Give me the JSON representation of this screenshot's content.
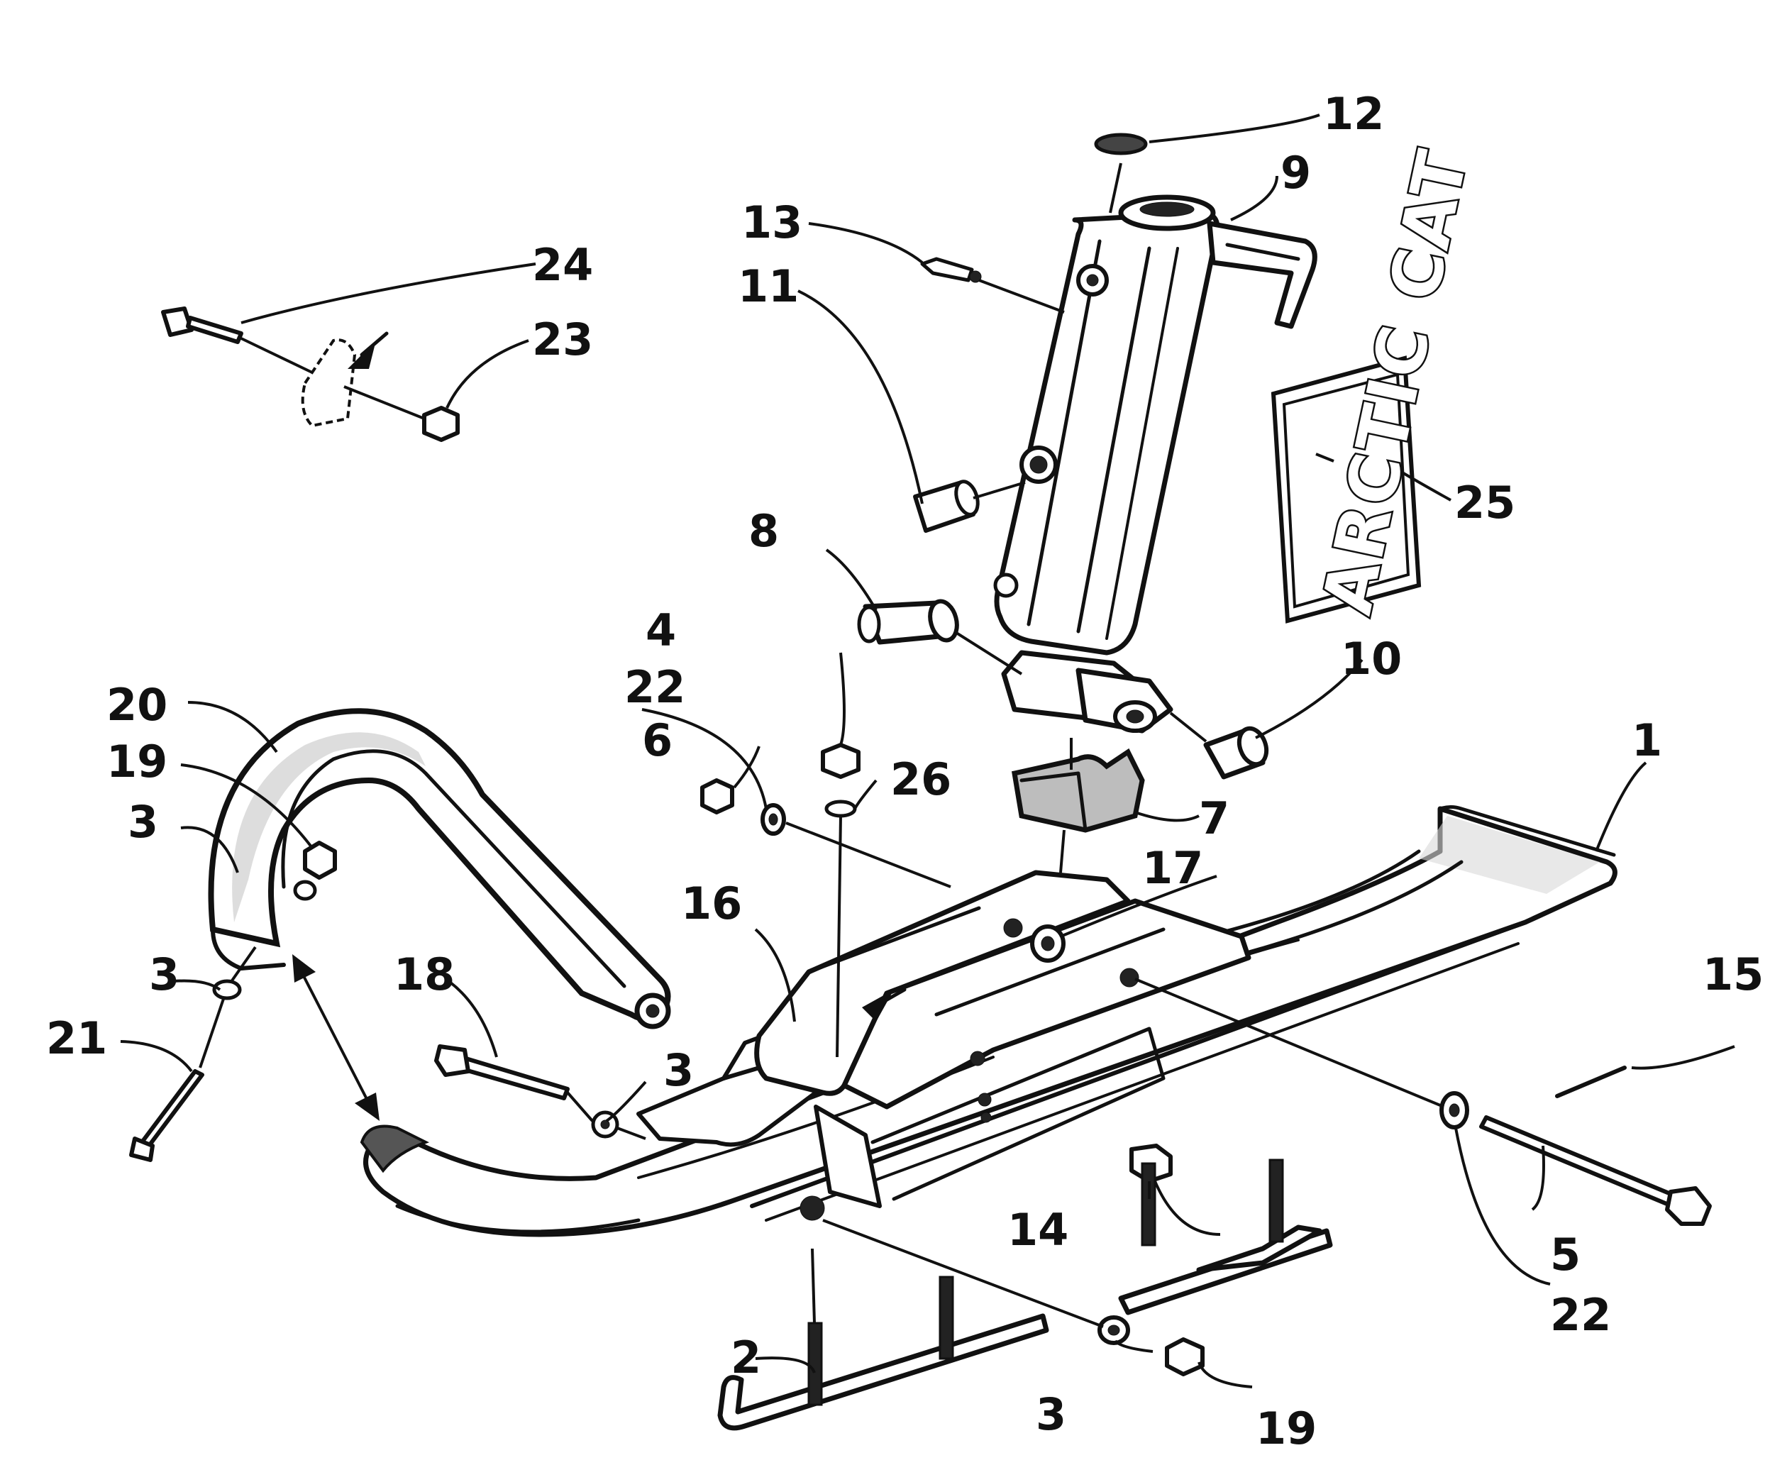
{
  "decal": {
    "text": "ARCTIC CAT"
  },
  "callouts": [
    {
      "id": "c1",
      "label": "1"
    },
    {
      "id": "c2",
      "label": "2"
    },
    {
      "id": "c3a",
      "label": "3"
    },
    {
      "id": "c3b",
      "label": "3"
    },
    {
      "id": "c3c",
      "label": "3"
    },
    {
      "id": "c3d",
      "label": "3"
    },
    {
      "id": "c4",
      "label": "4"
    },
    {
      "id": "c5",
      "label": "5"
    },
    {
      "id": "c6",
      "label": "6"
    },
    {
      "id": "c7",
      "label": "7"
    },
    {
      "id": "c8",
      "label": "8"
    },
    {
      "id": "c9",
      "label": "9"
    },
    {
      "id": "c10",
      "label": "10"
    },
    {
      "id": "c11",
      "label": "11"
    },
    {
      "id": "c12",
      "label": "12"
    },
    {
      "id": "c13",
      "label": "13"
    },
    {
      "id": "c14",
      "label": "14"
    },
    {
      "id": "c15",
      "label": "15"
    },
    {
      "id": "c16",
      "label": "16"
    },
    {
      "id": "c17",
      "label": "17"
    },
    {
      "id": "c18",
      "label": "18"
    },
    {
      "id": "c19a",
      "label": "19"
    },
    {
      "id": "c19b",
      "label": "19"
    },
    {
      "id": "c20",
      "label": "20"
    },
    {
      "id": "c21",
      "label": "21"
    },
    {
      "id": "c22a",
      "label": "22"
    },
    {
      "id": "c22b",
      "label": "22"
    },
    {
      "id": "c23",
      "label": "23"
    },
    {
      "id": "c24",
      "label": "24"
    },
    {
      "id": "c25",
      "label": "25"
    },
    {
      "id": "c26",
      "label": "26"
    }
  ]
}
